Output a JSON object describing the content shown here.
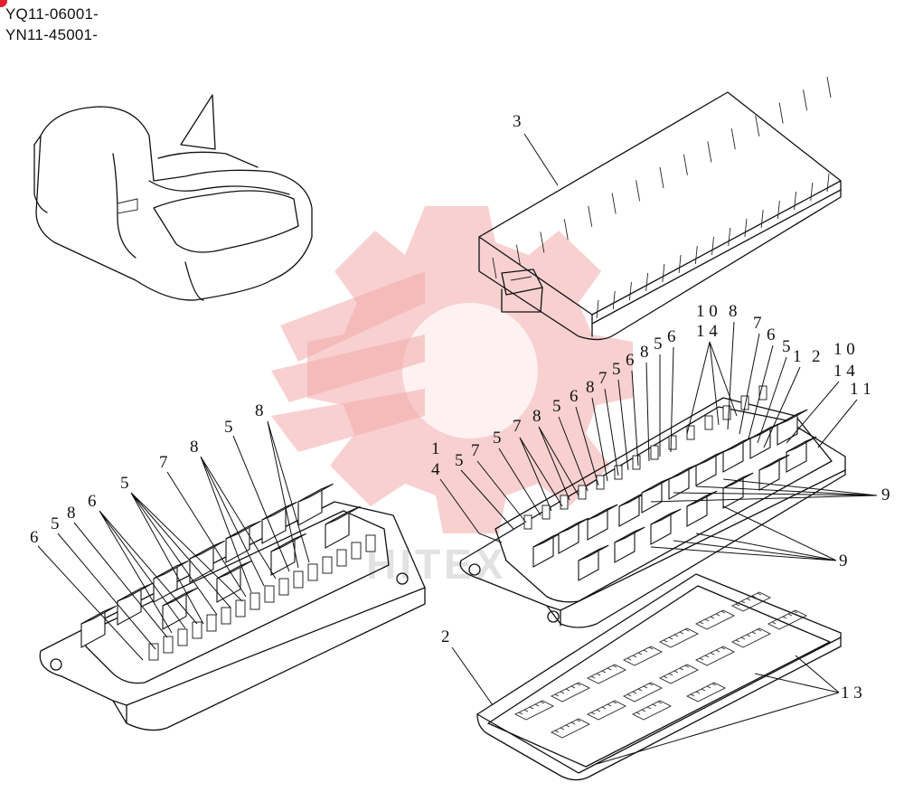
{
  "header": {
    "serial_1": "YQ11-06001-",
    "serial_2": "YN11-45001-"
  },
  "watermark": {
    "text": "HITEX",
    "logo": "gear-watermark-icon",
    "color": "#f3a9aa"
  },
  "callouts": {
    "seat_box": {
      "label": "3"
    },
    "cover": {
      "label": "2"
    },
    "left_box": {
      "n6a": "6",
      "n5a": "5",
      "n8a": "8",
      "n6b": "6",
      "n5b": "5",
      "n7": "7",
      "n8b": "8",
      "n5c": "5",
      "n8c": "8"
    },
    "right_box": {
      "n1": "1",
      "n4": "4",
      "n5a": "5",
      "n7a": "7",
      "n5b": "5",
      "n7b": "7",
      "n8a": "8",
      "n5c": "5",
      "n6a": "6",
      "n8b": "8",
      "n7c": "7",
      "n5d": "5",
      "n6b": "6",
      "n8c": "8",
      "n5e": "5",
      "n6c": "6",
      "n14a": "1 4",
      "n10a": "1 0",
      "n8d": "8",
      "n7d": "7",
      "n6d": "6",
      "n5f": "5",
      "n1b": "1",
      "n2": "2",
      "n10b": "1 0",
      "n14b": "1 4",
      "n11": "1 1",
      "n9a": "9",
      "n9b": "9"
    },
    "bottom_panel": {
      "n13": "1 3"
    }
  },
  "accent_color": "#e0212b"
}
